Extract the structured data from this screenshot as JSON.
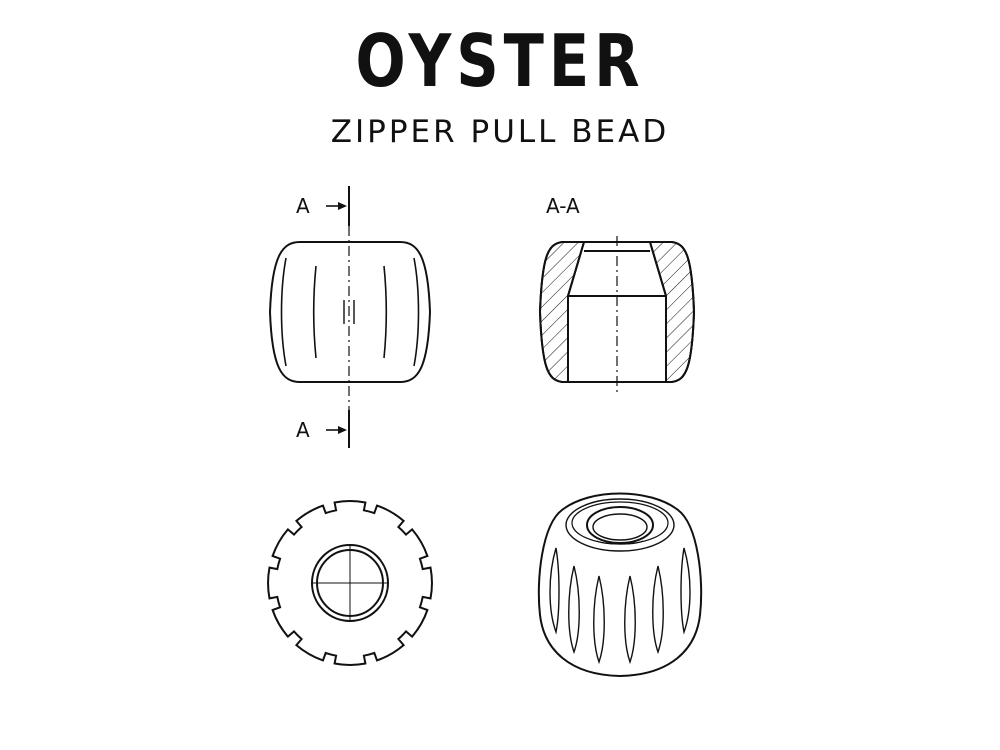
{
  "title": "OYSTER",
  "subtitle": "ZIPPER PULL BEAD",
  "labels": {
    "section_top": "A",
    "section_bottom": "A",
    "section_view": "A-A"
  },
  "colors": {
    "line": "#111111",
    "background": "#ffffff"
  }
}
